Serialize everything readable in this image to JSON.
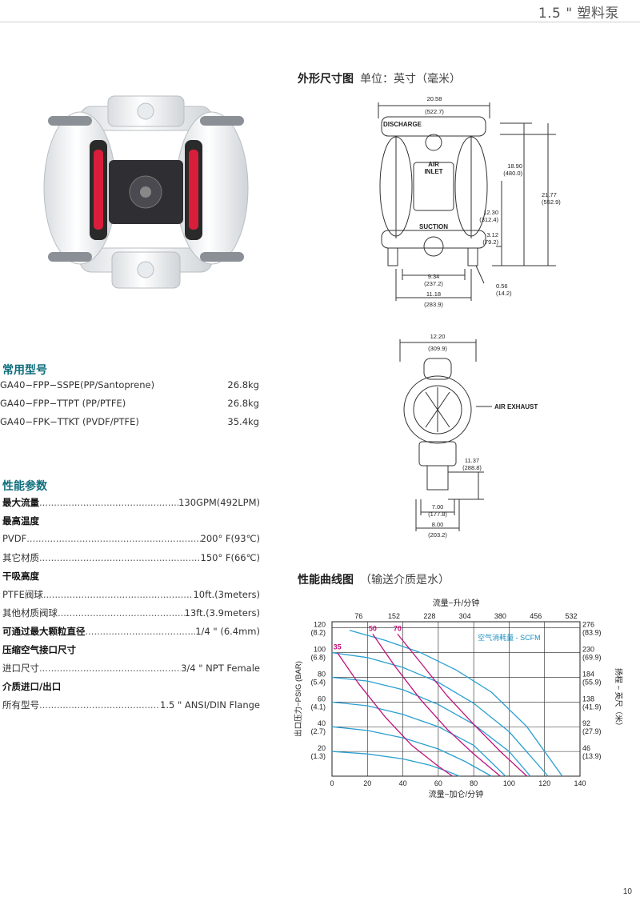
{
  "header": {
    "title": "1.5 \" 塑料泵"
  },
  "dimensions": {
    "title": "外形尺寸图",
    "subtitle": "单位：英寸（毫米）",
    "front": {
      "discharge": "DISCHARGE",
      "air_inlet_1": "AIR",
      "air_inlet_2": "INLET",
      "suction": "SUCTION",
      "d_width_top": [
        "20.58",
        "(522.7)"
      ],
      "d_18_90": [
        "18.90",
        "(480.0)"
      ],
      "d_21_77": [
        "21.77",
        "(552.9)"
      ],
      "d_12_30": [
        "12.30",
        "(312.4)"
      ],
      "d_3_12": [
        "3.12",
        "(79.2)"
      ],
      "d_9_34": [
        "9.34",
        "(237.2)"
      ],
      "d_0_56": [
        "0.56",
        "(14.2)"
      ],
      "d_11_18": [
        "11.18",
        "(283.9)"
      ]
    },
    "side": {
      "air_exhaust": "AIR EXHAUST",
      "d_12_20": [
        "12.20",
        "(309.9)"
      ],
      "d_11_37": [
        "11.37",
        "(288.8)"
      ],
      "d_7_00": [
        "7.00",
        "(177.8)"
      ],
      "d_8_00": [
        "8.00",
        "(203.2)"
      ]
    }
  },
  "models": {
    "title": "常用型号",
    "rows": [
      {
        "name": "GA40−FPP−SSPE(PP/Santoprene)",
        "weight": "26.8kg"
      },
      {
        "name": "GA40−FPP−TTPT (PP/PTFE)",
        "weight": "26.8kg"
      },
      {
        "name": "GA40−FPK−TTKT (PVDF/PTFE)",
        "weight": "35.4kg"
      }
    ]
  },
  "performance": {
    "title": "性能参数",
    "max_flow": {
      "label": "最大流量",
      "value": "130GPM(492LPM)"
    },
    "max_temp_head": "最高温度",
    "pvdf": {
      "label": "PVDF",
      "value": "200°  F(93℃)"
    },
    "other_material": {
      "label": "其它材质",
      "value": "150°  F(66℃)"
    },
    "dry_lift_head": "干吸高度",
    "ptfe_ball": {
      "label": "PTFE阀球",
      "value": "10ft.(3meters)"
    },
    "other_ball": {
      "label": "其他材质阀球",
      "value": "13ft.(3.9meters)"
    },
    "max_particle": {
      "label": "可通过最大颗粒直径",
      "value": "1/4 \" (6.4mm)"
    },
    "air_inlet_head": "压缩空气接口尺寸",
    "inlet_size": {
      "label": "进口尺寸",
      "value": "3/4 \" NPT Female"
    },
    "media_head": "介质进口/出口",
    "all_models": {
      "label": "所有型号",
      "value": "1.5 \" ANSI/DIN Flange"
    }
  },
  "curve": {
    "title": "性能曲线图",
    "subtitle": "（输送介质是水）"
  },
  "chart_data": {
    "type": "line",
    "title": "",
    "xlabel": "流量−加仑/分钟",
    "xlabel_top": "流量−升/分钟",
    "ylabel": "出口压力−PSIG (BAR)",
    "ylabel_right": "扬程 − 英尺（米）",
    "xlim": [
      0,
      140
    ],
    "ylim": [
      0,
      125
    ],
    "x_ticks": [
      "0",
      "20",
      "40",
      "60",
      "80",
      "100",
      "120",
      "140"
    ],
    "x_ticks_top": [
      "76",
      "152",
      "228",
      "304",
      "380",
      "456",
      "532"
    ],
    "y_ticks": [
      {
        "value": 120,
        "psi": "120",
        "bar": "(8.2)",
        "ft": "276",
        "m": "(83.9)"
      },
      {
        "value": 100,
        "psi": "100",
        "bar": "(6.8)",
        "ft": "230",
        "m": "(69.9)"
      },
      {
        "value": 80,
        "psi": "80",
        "bar": "(5.4)",
        "ft": "184",
        "m": "(55.9)"
      },
      {
        "value": 60,
        "psi": "60",
        "bar": "(4.1)",
        "ft": "138",
        "m": "(41.9)"
      },
      {
        "value": 40,
        "psi": "40",
        "bar": "(2.7)",
        "ft": "92",
        "m": "(27.9)"
      },
      {
        "value": 20,
        "psi": "20",
        "bar": "(1.3)",
        "ft": "46",
        "m": "(13.9)"
      }
    ],
    "legend_label": "空气消耗量 - SCFM",
    "pressure_lines_color": "#2a9fd0",
    "air_lines_color": "#c0127a",
    "pressure_curves": [
      {
        "points": [
          [
            0,
            20
          ],
          [
            20,
            18
          ],
          [
            40,
            14
          ],
          [
            55,
            9
          ],
          [
            65,
            4
          ],
          [
            72,
            0
          ]
        ]
      },
      {
        "points": [
          [
            0,
            40
          ],
          [
            20,
            37
          ],
          [
            40,
            31
          ],
          [
            60,
            22
          ],
          [
            75,
            12
          ],
          [
            90,
            0
          ]
        ]
      },
      {
        "points": [
          [
            0,
            60
          ],
          [
            20,
            57
          ],
          [
            40,
            50
          ],
          [
            60,
            40
          ],
          [
            80,
            25
          ],
          [
            98,
            0
          ]
        ]
      },
      {
        "points": [
          [
            0,
            80
          ],
          [
            20,
            77
          ],
          [
            40,
            70
          ],
          [
            60,
            58
          ],
          [
            80,
            42
          ],
          [
            100,
            20
          ],
          [
            112,
            0
          ]
        ]
      },
      {
        "points": [
          [
            0,
            100
          ],
          [
            20,
            96
          ],
          [
            40,
            88
          ],
          [
            60,
            76
          ],
          [
            80,
            59
          ],
          [
            100,
            36
          ],
          [
            122,
            0
          ]
        ]
      },
      {
        "points": [
          [
            10,
            118
          ],
          [
            30,
            110
          ],
          [
            50,
            100
          ],
          [
            70,
            86
          ],
          [
            90,
            68
          ],
          [
            110,
            40
          ],
          [
            130,
            0
          ]
        ]
      }
    ],
    "air_curves": [
      {
        "name": "35",
        "points": [
          [
            3,
            100
          ],
          [
            15,
            75
          ],
          [
            30,
            48
          ],
          [
            45,
            25
          ],
          [
            60,
            8
          ],
          [
            68,
            0
          ]
        ]
      },
      {
        "name": "50",
        "points": [
          [
            23,
            115
          ],
          [
            35,
            90
          ],
          [
            50,
            62
          ],
          [
            65,
            38
          ],
          [
            80,
            18
          ],
          [
            95,
            0
          ]
        ]
      },
      {
        "name": "70",
        "points": [
          [
            37,
            115
          ],
          [
            50,
            92
          ],
          [
            65,
            65
          ],
          [
            80,
            42
          ],
          [
            95,
            20
          ],
          [
            110,
            0
          ]
        ]
      }
    ]
  },
  "page_number": "10"
}
